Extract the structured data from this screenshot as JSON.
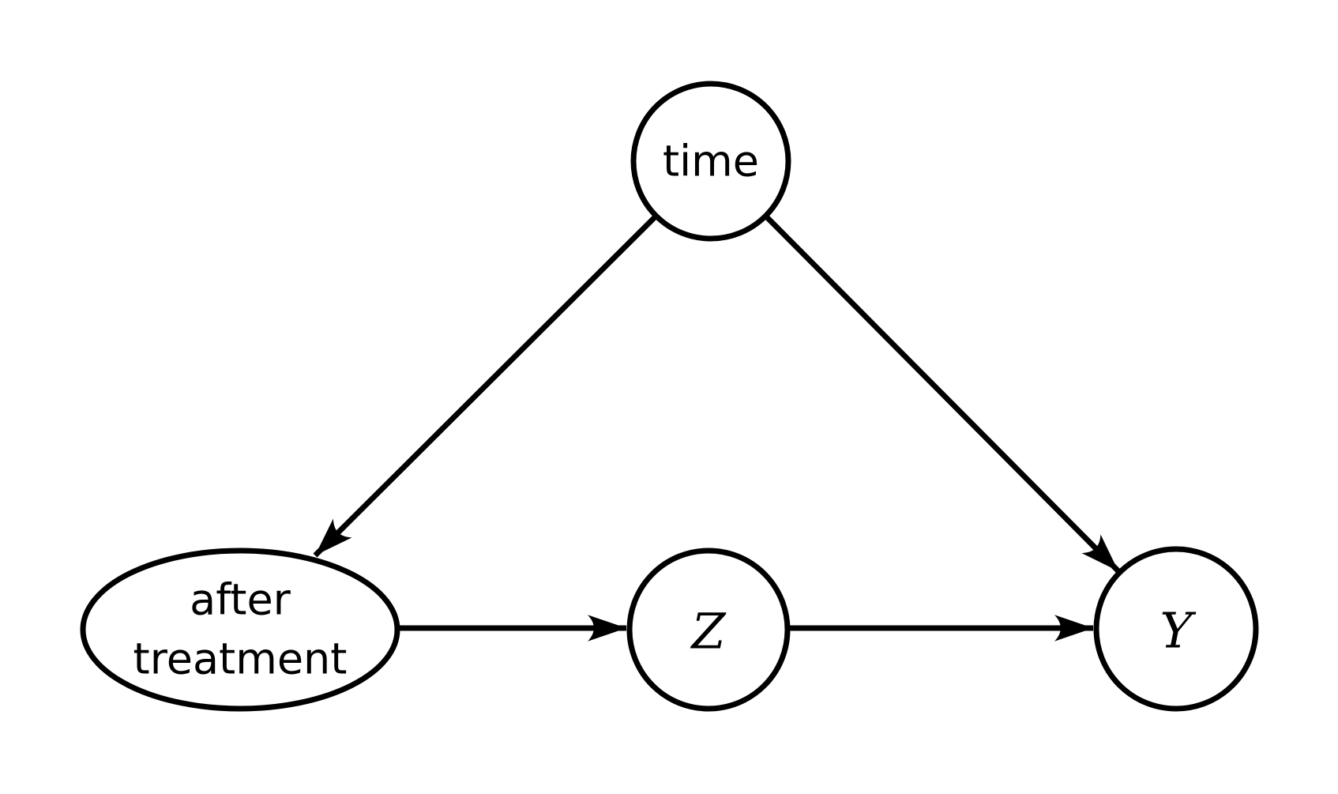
{
  "diagram": {
    "title": "causal-dag",
    "background_color": "#ffffff",
    "stroke_color": "#000000",
    "text_color": "#000000",
    "nodes": [
      {
        "id": "time",
        "label": "time",
        "shape": "circle"
      },
      {
        "id": "after-treatment",
        "label": "after treatment",
        "lines": [
          "after",
          "treatment"
        ],
        "shape": "ellipse"
      },
      {
        "id": "z",
        "label": "Z",
        "shape": "circle"
      },
      {
        "id": "y",
        "label": "Y",
        "shape": "circle"
      }
    ],
    "edges": [
      {
        "from": "time",
        "to": "after-treatment",
        "style": "arrow"
      },
      {
        "from": "time",
        "to": "y",
        "style": "arrow"
      },
      {
        "from": "after-treatment",
        "to": "z",
        "style": "arrow"
      },
      {
        "from": "z",
        "to": "y",
        "style": "arrow"
      }
    ]
  }
}
